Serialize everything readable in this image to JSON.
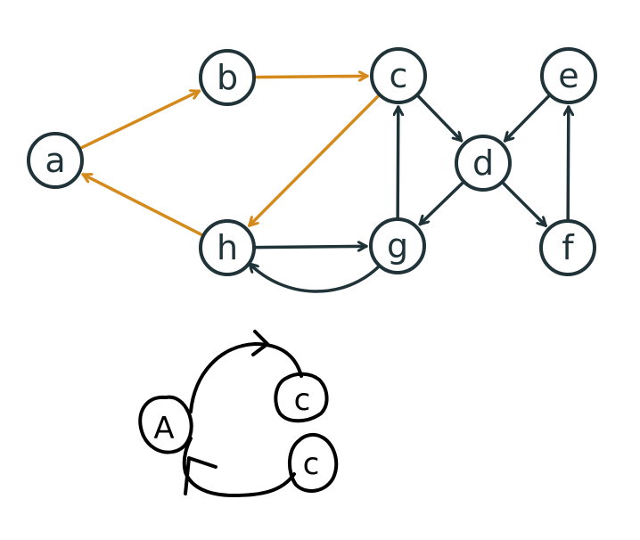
{
  "colors": {
    "node_stroke": "#1f3338",
    "edge_dark": "#1f3338",
    "edge_highlight": "#d58a1c",
    "sketch": "#000000",
    "background": "#ffffff"
  },
  "graph": {
    "nodes": [
      {
        "id": "a",
        "label": "a"
      },
      {
        "id": "b",
        "label": "b"
      },
      {
        "id": "c",
        "label": "c"
      },
      {
        "id": "d",
        "label": "d"
      },
      {
        "id": "e",
        "label": "e"
      },
      {
        "id": "f",
        "label": "f"
      },
      {
        "id": "g",
        "label": "g"
      },
      {
        "id": "h",
        "label": "h"
      }
    ],
    "edges": [
      {
        "from": "a",
        "to": "b",
        "highlighted": true
      },
      {
        "from": "b",
        "to": "c",
        "highlighted": true
      },
      {
        "from": "c",
        "to": "h",
        "highlighted": true
      },
      {
        "from": "h",
        "to": "a",
        "highlighted": true
      },
      {
        "from": "c",
        "to": "d",
        "highlighted": false
      },
      {
        "from": "e",
        "to": "d",
        "highlighted": false
      },
      {
        "from": "d",
        "to": "g",
        "highlighted": false
      },
      {
        "from": "d",
        "to": "f",
        "highlighted": false
      },
      {
        "from": "f",
        "to": "e",
        "highlighted": false
      },
      {
        "from": "g",
        "to": "c",
        "highlighted": false
      },
      {
        "from": "h",
        "to": "g",
        "highlighted": false
      },
      {
        "from": "g",
        "to": "h",
        "highlighted": false,
        "curved": true
      }
    ]
  },
  "sketch": {
    "nodes": [
      {
        "id": "A",
        "label": "A"
      },
      {
        "id": "C1",
        "label": "c"
      },
      {
        "id": "C2",
        "label": "c"
      }
    ]
  }
}
